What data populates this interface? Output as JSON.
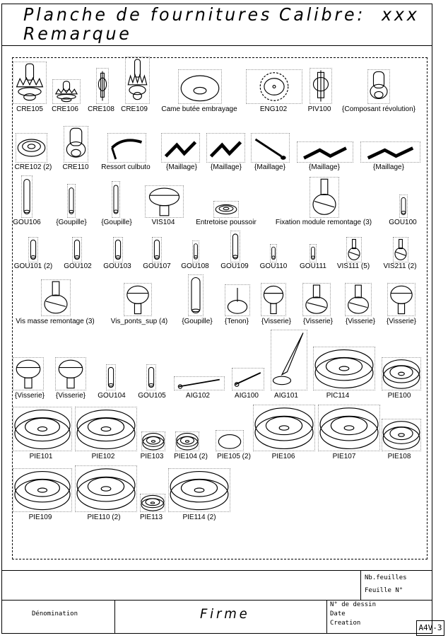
{
  "header": {
    "title": "Planche de fournitures",
    "calibre_label": "Calibre:",
    "calibre_value": "xxx",
    "remark": "Remarque"
  },
  "parts": [
    {
      "label": "CRE105",
      "shape": "gear-pinion"
    },
    {
      "label": "CRE106",
      "shape": "gear-pinion"
    },
    {
      "label": "CRE108",
      "shape": "arbor"
    },
    {
      "label": "CRE109",
      "shape": "gear-pinion"
    },
    {
      "label": "Came butée embrayage",
      "shape": "cam"
    },
    {
      "label": "ENG102",
      "shape": "escape-wheel"
    },
    {
      "label": "PIV100",
      "shape": "arbor"
    },
    {
      "label": "{Composant révolution}",
      "shape": "revolution"
    },
    {
      "label": "CRE102 (2)",
      "shape": "disc"
    },
    {
      "label": "CRE110",
      "shape": "revolution"
    },
    {
      "label": "Ressort culbuto",
      "shape": "spring"
    },
    {
      "label": "{Maillage}",
      "shape": "lever"
    },
    {
      "label": "{Maillage}",
      "shape": "lever"
    },
    {
      "label": "{Maillage}",
      "shape": "spring-arm"
    },
    {
      "label": "{Maillage}",
      "shape": "lever"
    },
    {
      "label": "{Maillage}",
      "shape": "lever"
    },
    {
      "label": "GOU106",
      "shape": "pin"
    },
    {
      "label": "{Goupille}",
      "shape": "pin"
    },
    {
      "label": "{Goupille}",
      "shape": "pin"
    },
    {
      "label": "VIS104",
      "shape": "screw"
    },
    {
      "label": "Entretoise poussoir",
      "shape": "ring"
    },
    {
      "label": "Fixation module remontage (3)",
      "shape": "screw-up"
    },
    {
      "label": "GOU100",
      "shape": "pin"
    },
    {
      "label": "GOU101 (2)",
      "shape": "pin"
    },
    {
      "label": "GOU102",
      "shape": "pin"
    },
    {
      "label": "GOU103",
      "shape": "pin"
    },
    {
      "label": "GOU107",
      "shape": "pin"
    },
    {
      "label": "GOU108",
      "shape": "pin"
    },
    {
      "label": "GOU109",
      "shape": "pin"
    },
    {
      "label": "GOU110",
      "shape": "pin"
    },
    {
      "label": "GOU111",
      "shape": "pin"
    },
    {
      "label": "VIS111 (5)",
      "shape": "screw-up"
    },
    {
      "label": "VIS211 (2)",
      "shape": "screw-up"
    },
    {
      "label": "Vis masse remontage (3)",
      "shape": "screw-up"
    },
    {
      "label": "Vis_ponts_sup (4)",
      "shape": "screw"
    },
    {
      "label": "{Goupille}",
      "shape": "pin"
    },
    {
      "label": "{Tenon}",
      "shape": "tenon"
    },
    {
      "label": "{Visserie}",
      "shape": "screw"
    },
    {
      "label": "{Visserie}",
      "shape": "screw-up"
    },
    {
      "label": "{Visserie}",
      "shape": "screw-up"
    },
    {
      "label": "{Visserie}",
      "shape": "screw"
    },
    {
      "label": "{Visserie}",
      "shape": "screw"
    },
    {
      "label": "{Visserie}",
      "shape": "screw"
    },
    {
      "label": "GOU104",
      "shape": "pin"
    },
    {
      "label": "GOU105",
      "shape": "pin"
    },
    {
      "label": "AIG102",
      "shape": "hand"
    },
    {
      "label": "AIG100",
      "shape": "hand"
    },
    {
      "label": "AIG101",
      "shape": "hand-long"
    },
    {
      "label": "PIC114",
      "shape": "jewel"
    },
    {
      "label": "PIE100",
      "shape": "jewel"
    },
    {
      "label": "PIE101",
      "shape": "jewel"
    },
    {
      "label": "PIE102",
      "shape": "jewel"
    },
    {
      "label": "PIE103",
      "shape": "jewel"
    },
    {
      "label": "PIE104 (2)",
      "shape": "jewel"
    },
    {
      "label": "PIE105 (2)",
      "shape": "jewel-cap"
    },
    {
      "label": "PIE106",
      "shape": "jewel"
    },
    {
      "label": "PIE107",
      "shape": "jewel"
    },
    {
      "label": "PIE108",
      "shape": "jewel"
    },
    {
      "label": "PIE109",
      "shape": "jewel"
    },
    {
      "label": "PIE110 (2)",
      "shape": "jewel"
    },
    {
      "label": "PIE113",
      "shape": "jewel"
    },
    {
      "label": "PIE114 (2)",
      "shape": "jewel"
    }
  ],
  "title_block": {
    "nb_feuilles": "Nb.feuilles",
    "feuille_no": "Feuille N°",
    "denomination": "Dénomination",
    "firme": "Firme",
    "no_dessin": "N° de dessin",
    "date": "Date",
    "creation": "Creation",
    "format": "A4V-3"
  }
}
